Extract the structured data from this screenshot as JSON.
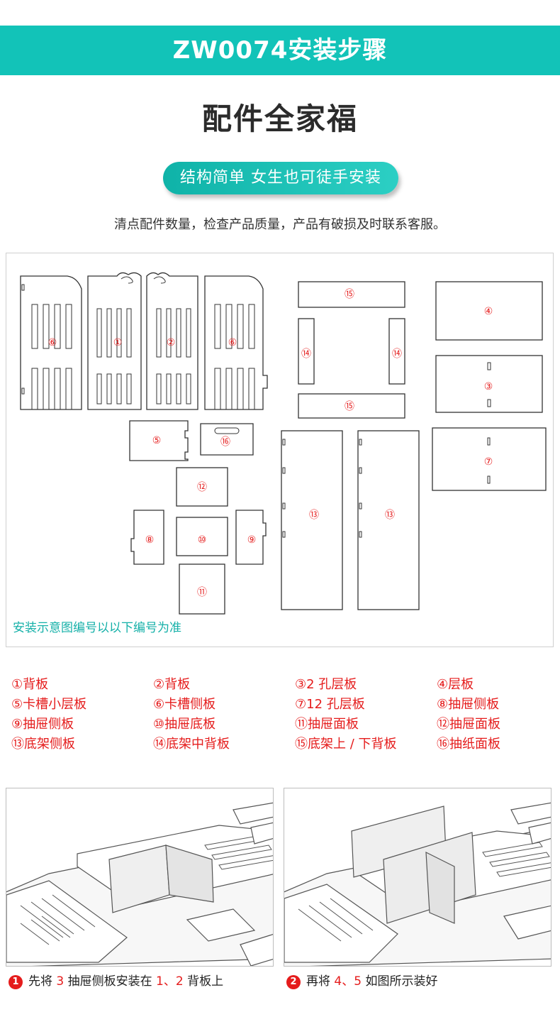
{
  "banner": {
    "title": "ZW0074安装步骤"
  },
  "header": {
    "title": "配件全家福",
    "pill": "结构简单 女生也可徒手安装",
    "intro": "清点配件数量，检查产品质量，产品有破损及时联系客服。"
  },
  "diagram": {
    "caption": "安装示意图编号以以下编号为准",
    "labels": {
      "p1": "①",
      "p2": "②",
      "p3": "③",
      "p4": "④",
      "p5": "⑤",
      "p6": "⑥",
      "p7": "⑦",
      "p8": "⑧",
      "p9": "⑨",
      "p10": "⑩",
      "p11": "⑪",
      "p12": "⑫",
      "p13": "⑬",
      "p14": "⑭",
      "p15": "⑮",
      "p16": "⑯"
    }
  },
  "legend": [
    "①背板",
    "②背板",
    "③2 孔层板",
    "④层板",
    "⑤卡槽小层板",
    "⑥卡槽侧板",
    "⑦12 孔层板",
    "⑧抽屉侧板",
    "⑨抽屉侧板",
    "⑩抽屉底板",
    "⑪抽屉面板",
    "⑫抽屉面板",
    "⑬底架侧板",
    "⑭底架中背板",
    "⑮底架上 / 下背板",
    "⑯抽纸面板"
  ],
  "steps": [
    {
      "num": "1",
      "pre": "先将 ",
      "a": "3",
      "mid": " 抽屉侧板安装在 ",
      "b": "1、2",
      "post": " 背板上"
    },
    {
      "num": "2",
      "pre": "再将 ",
      "a": "4、5",
      "mid": " 如图所示装好",
      "b": "",
      "post": ""
    }
  ],
  "colors": {
    "teal": "#12c3b8",
    "red": "#e51c1c",
    "line": "#333333"
  }
}
